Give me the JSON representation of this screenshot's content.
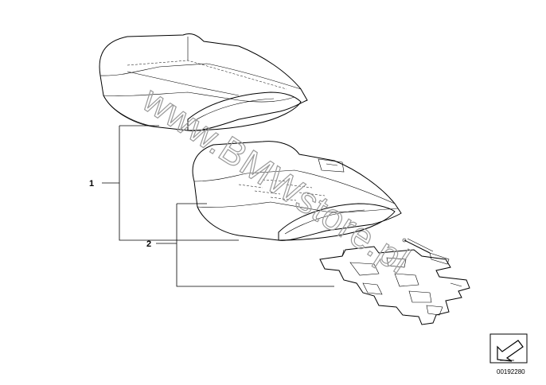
{
  "callouts": [
    {
      "id": "1",
      "label": "1"
    },
    {
      "id": "2",
      "label": "2"
    }
  ],
  "watermark": "www.BMWstore.pl",
  "reference_number": "00192280",
  "icons": [
    "diagram-arrow-icon"
  ]
}
